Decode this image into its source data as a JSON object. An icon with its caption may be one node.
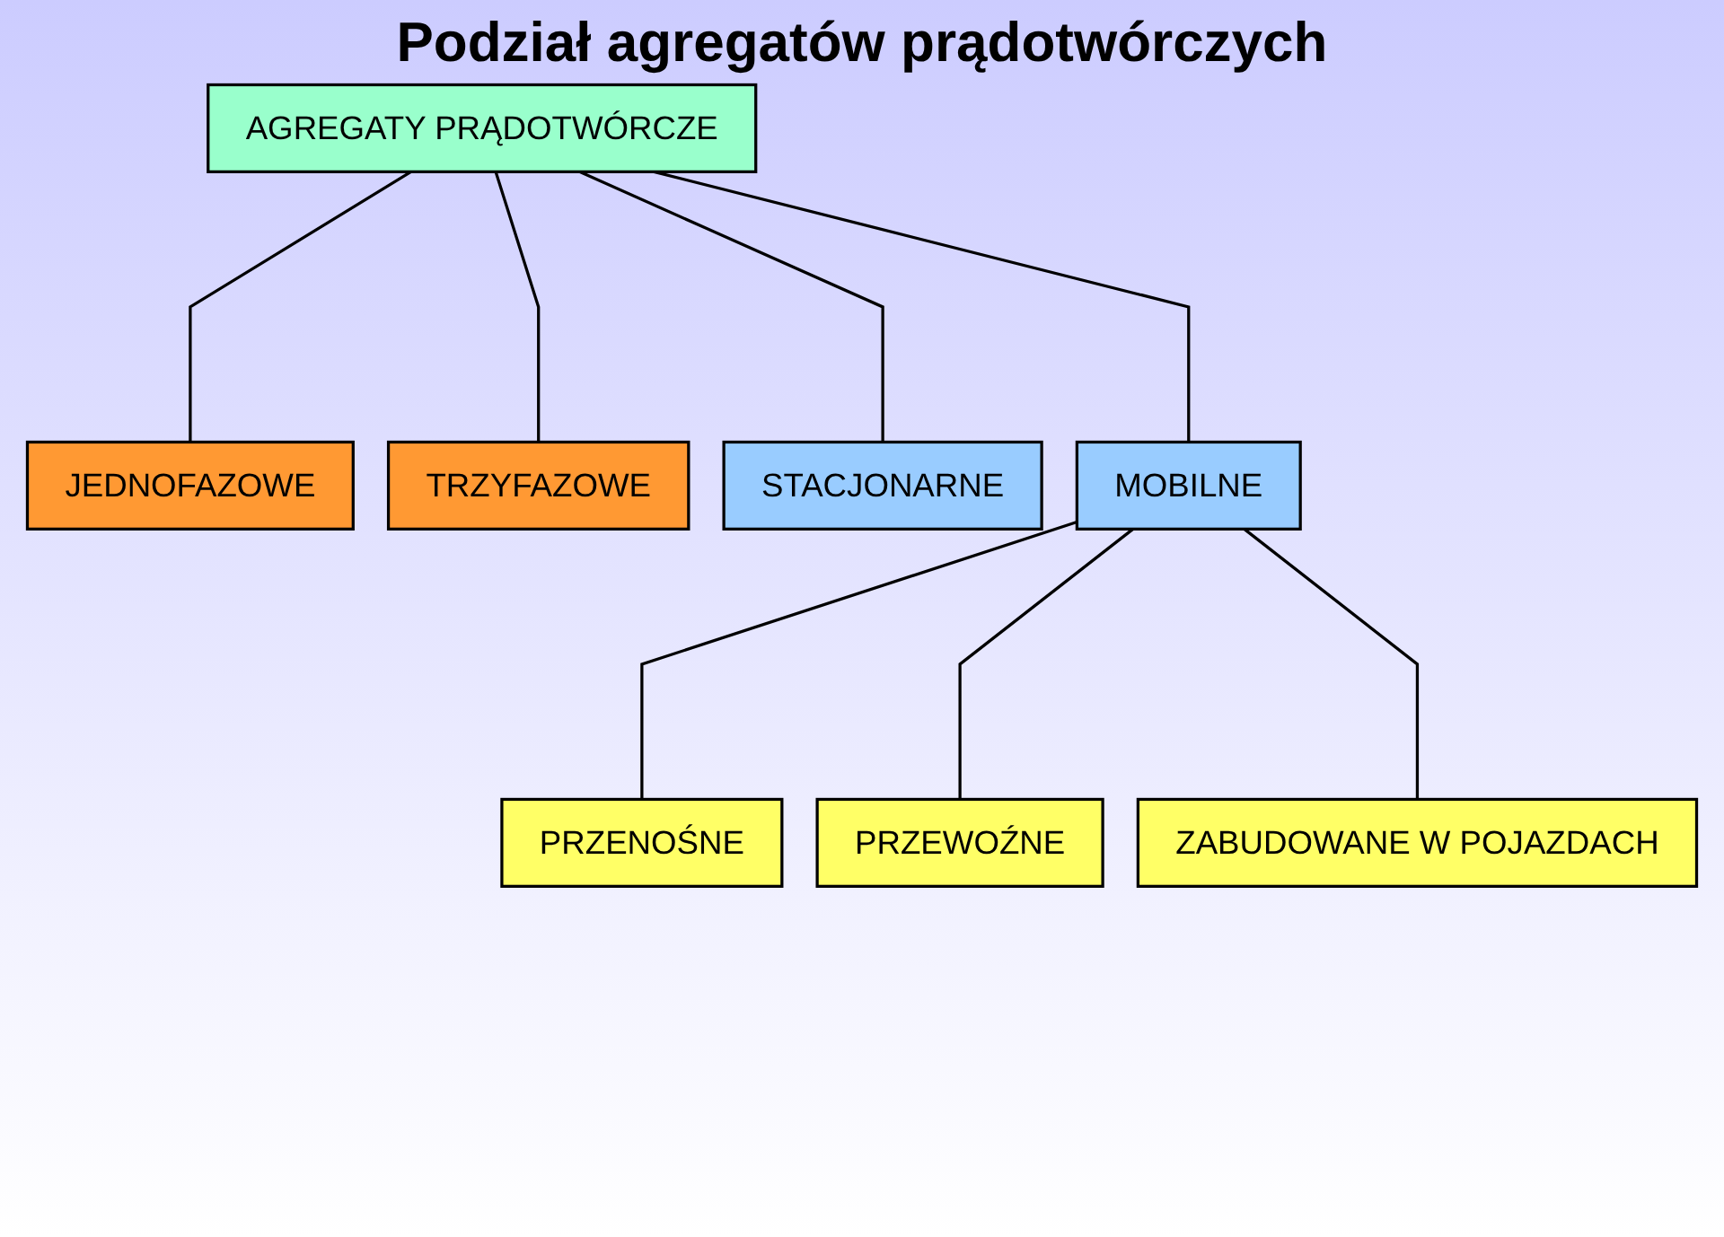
{
  "diagram": {
    "title": "Podział agregatów prądotwórczych",
    "nodes": [
      {
        "text": [
          "AGREGATY PRĄDOTWÓRCZE"
        ]
      },
      {
        "text": [
          "JEDNOFAZOWE"
        ]
      },
      {
        "text": [
          "STACJONARNE"
        ]
      },
      {
        "text": [
          "TRZYFAZOWE"
        ]
      },
      {
        "text": [
          "MOBILNE"
        ]
      },
      {
        "text": [
          "PRZENOŚNE"
        ]
      },
      {
        "text": [
          "PRZEWOŹNE"
        ]
      },
      {
        "text": [
          "ZABUDOWANE W POJAZDACH"
        ]
      }
    ],
    "edges": [
      {
        "from": 0,
        "to": 1,
        "arrow": "none"
      },
      {
        "from": 0,
        "to": 3,
        "arrow": "none"
      },
      {
        "from": 0,
        "to": 2,
        "arrow": "none"
      },
      {
        "from": 0,
        "to": 4,
        "arrow": "none"
      },
      {
        "from": 4,
        "to": 5,
        "arrow": "none"
      },
      {
        "from": 4,
        "to": 6,
        "arrow": "none"
      },
      {
        "from": 4,
        "to": 7,
        "arrow": "none"
      }
    ]
  }
}
